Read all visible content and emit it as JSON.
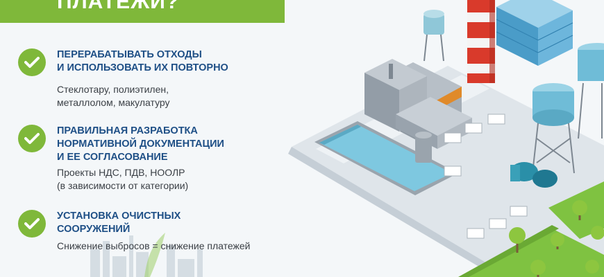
{
  "header": {
    "title": "ПЛАТЕЖИ?",
    "color": "#7fb83a"
  },
  "items": [
    {
      "title_lines": [
        "Перерабатывать отходы",
        "и использовать их повторно"
      ],
      "subtitle_lines": [
        "Стеклотару, полиэтилен,",
        "металлолом, макулатуру"
      ],
      "icon": "checkmark-icon"
    },
    {
      "title_lines": [
        "Правильная разработка",
        "нормативной документации",
        "и ее согласование"
      ],
      "subtitle_lines": [
        "Проекты НДС, ПДВ, НООЛР",
        "(в зависимости от категории)"
      ],
      "icon": "checkmark-icon"
    },
    {
      "title_lines": [
        "Установка очистных",
        "сооружений"
      ],
      "subtitle_lines": [
        "Снижение выбросов = снижение платежей"
      ],
      "icon": "checkmark-icon"
    }
  ],
  "colors": {
    "accent_green": "#7fb83a",
    "title_blue": "#1e4f86",
    "text_dark": "#3a3f45"
  }
}
